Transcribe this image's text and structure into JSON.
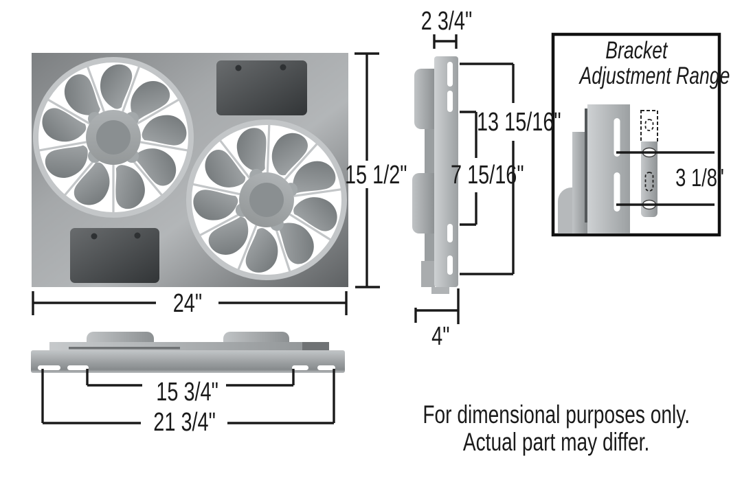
{
  "front_view": {
    "width": "24\"",
    "height": "15 1/2\""
  },
  "side_view": {
    "bracket_width": "2 3/4\"",
    "outer_slot_span": "13 15/16\"",
    "inner_slot_span": "7 15/16\"",
    "depth": "4\""
  },
  "bottom_view": {
    "inner_mount_span": "15 3/4\"",
    "outer_mount_span": "21 3/4\""
  },
  "bracket_panel": {
    "title_line1": "Bracket",
    "title_line2": "Adjustment Range",
    "adjustment_range": "3 1/8\""
  },
  "disclaimer": {
    "line1": "For dimensional purposes only.",
    "line2": "Actual part may differ."
  },
  "colors": {
    "line": "#1a1a1a",
    "shroud_light": "#b3b6b8",
    "shroud_dark": "#5e6163",
    "metal_light": "#ced1d3",
    "metal_dark": "#8c9092",
    "motor_box_dark": "#323537",
    "background": "#ffffff"
  }
}
